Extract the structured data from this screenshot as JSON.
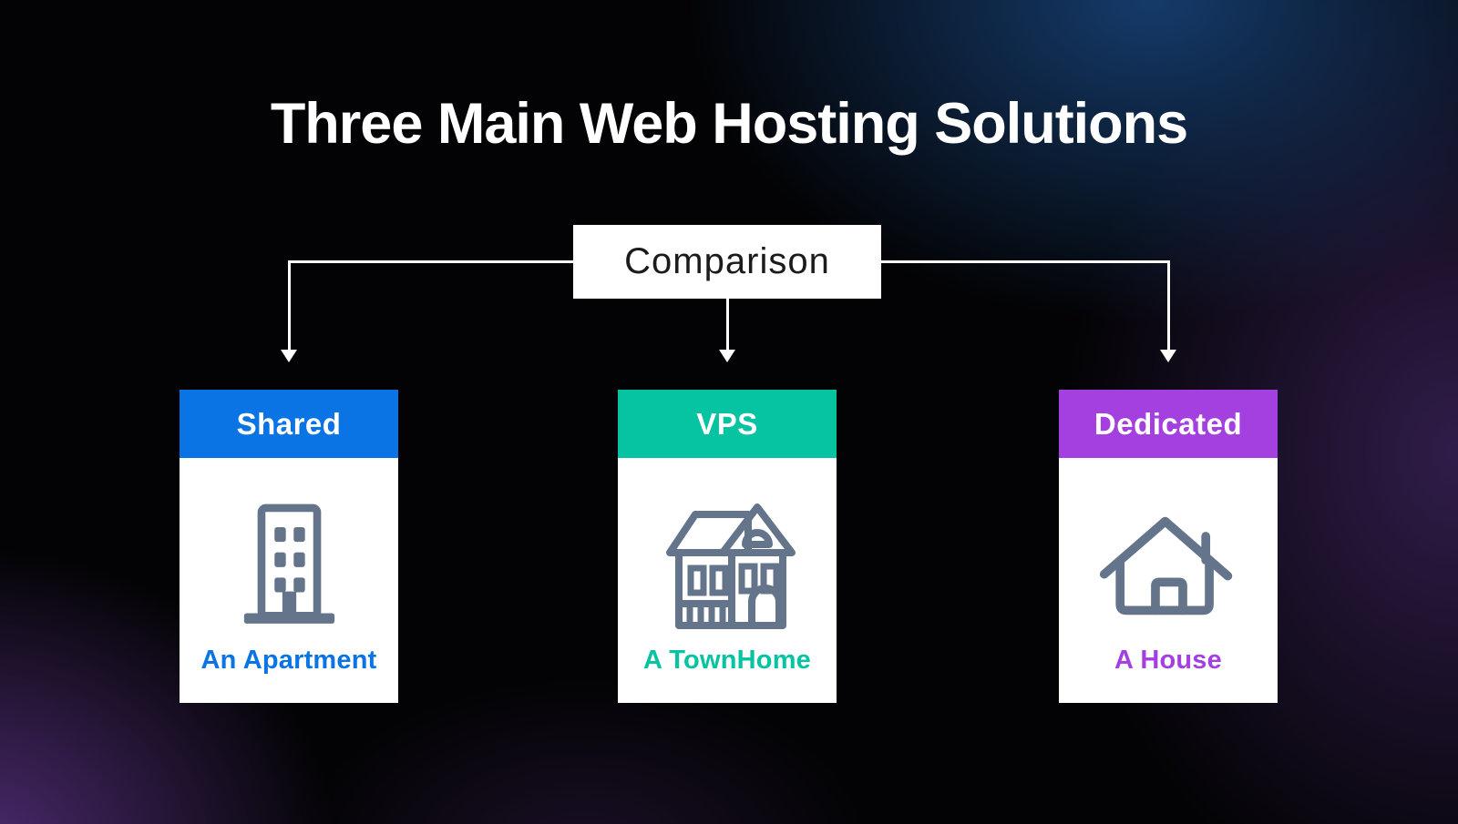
{
  "page": {
    "title": "Three Main Web Hosting Solutions"
  },
  "comparison": {
    "label": "Comparison"
  },
  "cards": [
    {
      "id": "shared",
      "header": "Shared",
      "analogy": "An Apartment",
      "accent_color": "#0B74E5",
      "icon": "apartment-building-icon"
    },
    {
      "id": "vps",
      "header": "VPS",
      "analogy": "A TownHome",
      "accent_color": "#06C3A1",
      "icon": "townhome-icon"
    },
    {
      "id": "dedicated",
      "header": "Dedicated",
      "analogy": "A House",
      "accent_color": "#A43FE0",
      "icon": "house-icon"
    }
  ],
  "colors": {
    "background_base": "#030305",
    "blue_glow": "#163E70",
    "purple_glow": "#522E78",
    "connector": "#FFFFFF",
    "comparison_box_bg": "#FFFFFF",
    "comparison_text": "#1B1B1D",
    "card_bg": "#FFFFFF",
    "icon_gray": "#64748B"
  }
}
